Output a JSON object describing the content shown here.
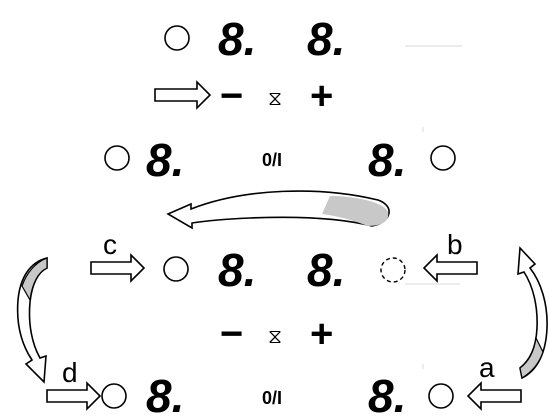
{
  "colors": {
    "ink": "#000000",
    "background": "#ffffff",
    "arrow_fill_gray": "#c8c8c8",
    "hairline": "#d9d9d9"
  },
  "panel_top": {
    "timer_digits": [
      "8.",
      "8."
    ],
    "minus_label": "−",
    "timer_symbol": "⧖",
    "plus_label": "+",
    "left_zone_digit": "8.",
    "onoff_label": "0/I",
    "right_zone_digit": "8."
  },
  "panel_bottom": {
    "timer_digits": [
      "8.",
      "8."
    ],
    "minus_label": "−",
    "timer_symbol": "⧖",
    "plus_label": "+",
    "left_zone_digit": "8.",
    "onoff_label": "0/I",
    "right_zone_digit": "8."
  },
  "callouts": {
    "a": "a",
    "b": "b",
    "c": "c",
    "d": "d"
  },
  "icons": {
    "sensor": "circle-icon",
    "hidden_sensor": "dashed-circle-icon",
    "pointer": "hollow-arrow-icon",
    "sequence": "curved-arrow-icon"
  }
}
